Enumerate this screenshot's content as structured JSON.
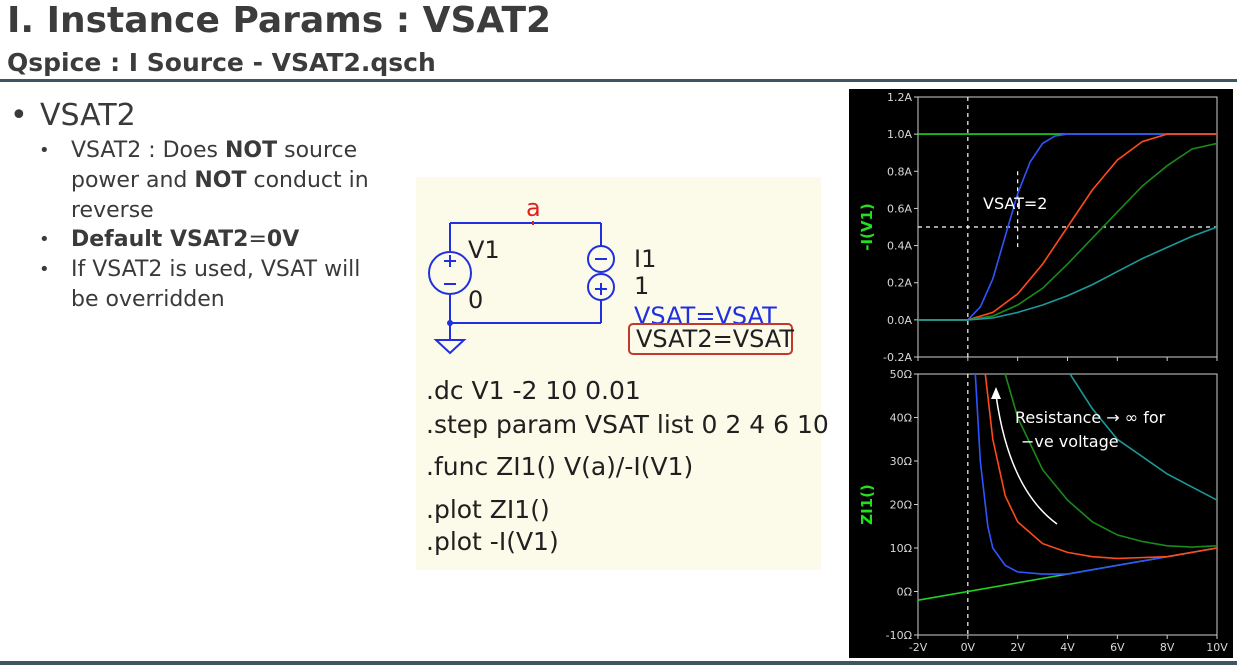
{
  "slide": {
    "title": "I. Instance Params : VSAT2",
    "subtitle": "Qspice : I Source - VSAT2.qsch"
  },
  "bullets": {
    "main": "VSAT2",
    "item1_pre": "VSAT2 : Does ",
    "item1_not1": "NOT",
    "item1_mid": " source power and ",
    "item1_not2": "NOT",
    "item1_post": " conduct in reverse",
    "item2_bold": "Default VSAT2",
    "item2_eq": "=",
    "item2_val": "0V",
    "item3": "If VSAT2 is used, VSAT will be overridden"
  },
  "schematic": {
    "node_label": "a",
    "v1_name": "V1",
    "v1_value": "0",
    "i1_name": "I1",
    "i1_value": "1",
    "param_vsat": "VSAT=VSAT",
    "param_vsat2": "VSAT2=VSAT",
    "directives": [
      ".dc V1 -2 10 0.01",
      ".step param VSAT list 0 2 4 6 10",
      ".func ZI1() V(a)/-I(V1)",
      ".plot ZI1()",
      ".plot -I(V1)"
    ]
  },
  "plot_annotations": {
    "vsat_label": "VSAT=2",
    "resistance_note_line1": "Resistance → ∞ for",
    "resistance_note_line2": "−ve voltage"
  },
  "chart_data": [
    {
      "type": "line",
      "ylabel": "-I(V1)",
      "xlim": [
        -2,
        10
      ],
      "ylim": [
        -0.2,
        1.2
      ],
      "x_ticks": [
        "-2V",
        "0V",
        "2V",
        "4V",
        "6V",
        "8V",
        "10V"
      ],
      "y_ticks": [
        "1.2A",
        "1.0A",
        "0.8A",
        "0.6A",
        "0.4A",
        "0.2A",
        "0.0A",
        "-0.2A"
      ],
      "series": [
        {
          "color": "#22d022",
          "x": [
            -2,
            0,
            10
          ],
          "y": [
            1.0,
            1.0,
            1.0
          ]
        },
        {
          "color": "#2f55ff",
          "x": [
            -2,
            0,
            0.5,
            1.0,
            1.5,
            2.0,
            2.5,
            3.0,
            3.5,
            4.0,
            10
          ],
          "y": [
            0,
            0,
            0.07,
            0.22,
            0.45,
            0.68,
            0.85,
            0.95,
            0.99,
            1.0,
            1.0
          ]
        },
        {
          "color": "#ff4a1a",
          "x": [
            -2,
            0,
            1,
            2,
            3,
            4,
            5,
            6,
            7,
            8,
            10
          ],
          "y": [
            0,
            0,
            0.04,
            0.14,
            0.3,
            0.5,
            0.7,
            0.86,
            0.96,
            1.0,
            1.0
          ]
        },
        {
          "color": "#1a8a1a",
          "x": [
            -2,
            0,
            1,
            2,
            3,
            4,
            5,
            6,
            7,
            8,
            9,
            10
          ],
          "y": [
            0,
            0,
            0.02,
            0.08,
            0.17,
            0.3,
            0.44,
            0.58,
            0.72,
            0.83,
            0.92,
            0.95
          ]
        },
        {
          "color": "#1a9a9a",
          "x": [
            -2,
            0,
            1,
            2,
            3,
            4,
            5,
            6,
            7,
            8,
            9,
            10
          ],
          "y": [
            0,
            0,
            0.01,
            0.04,
            0.08,
            0.13,
            0.19,
            0.26,
            0.33,
            0.39,
            0.45,
            0.5
          ]
        }
      ],
      "markers": {
        "vline_x": 0,
        "hline_y": 0.5,
        "vsat2_x": 2
      }
    },
    {
      "type": "line",
      "ylabel": "ZI1()",
      "xlim": [
        -2,
        10
      ],
      "ylim": [
        -10,
        50
      ],
      "x_ticks": [
        "-2V",
        "0V",
        "2V",
        "4V",
        "6V",
        "8V",
        "10V"
      ],
      "y_ticks": [
        "50Ω",
        "40Ω",
        "30Ω",
        "20Ω",
        "10Ω",
        "0Ω",
        "-10Ω"
      ],
      "series": [
        {
          "color": "#22d022",
          "x": [
            -2,
            10
          ],
          "y": [
            -2,
            10
          ]
        },
        {
          "color": "#2f55ff",
          "x": [
            0.3,
            0.5,
            0.8,
            1.0,
            1.5,
            2.0,
            3.0,
            4.0,
            10
          ],
          "y": [
            50,
            30,
            15,
            10,
            6,
            4.5,
            4,
            4,
            10
          ]
        },
        {
          "color": "#ff4a1a",
          "x": [
            0.7,
            1.0,
            1.5,
            2.0,
            3.0,
            4.0,
            5.0,
            6.0,
            8.0,
            10
          ],
          "y": [
            50,
            35,
            22,
            16,
            11,
            9,
            8,
            7.6,
            8,
            10
          ]
        },
        {
          "color": "#1a8a1a",
          "x": [
            1.5,
            2.0,
            3.0,
            4.0,
            5.0,
            6.0,
            7.0,
            8.0,
            9.0,
            10
          ],
          "y": [
            50,
            40,
            28,
            21,
            16,
            13,
            11.5,
            10.5,
            10.2,
            10.5
          ]
        },
        {
          "color": "#1a9a9a",
          "x": [
            4.1,
            5.0,
            6.0,
            7.0,
            8.0,
            9.0,
            10
          ],
          "y": [
            50,
            42,
            35,
            31,
            27,
            24,
            21
          ]
        }
      ],
      "markers": {
        "vline_x": 0
      }
    }
  ]
}
